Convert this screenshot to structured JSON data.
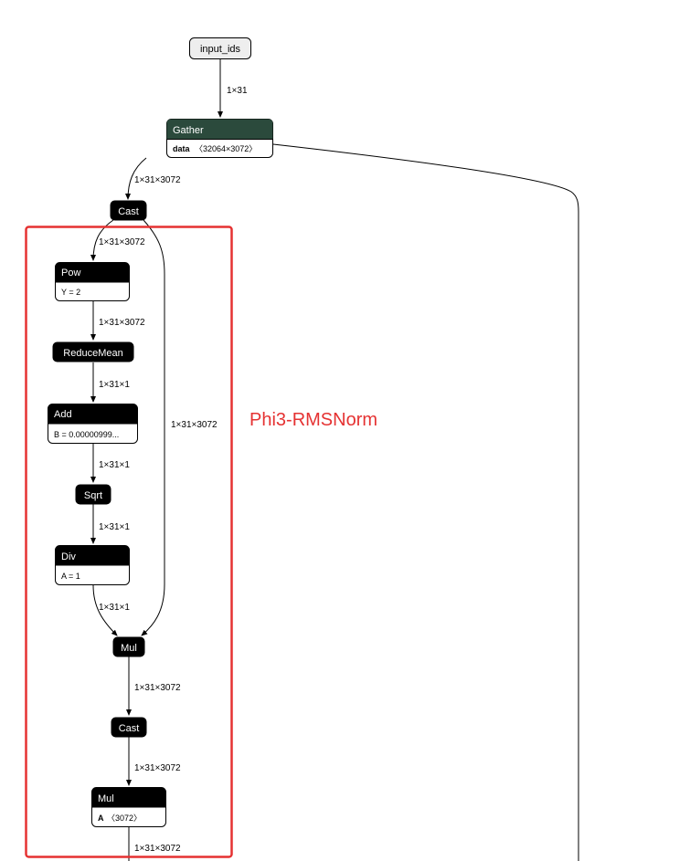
{
  "graph": {
    "input": {
      "label": "input_ids"
    },
    "nodes": {
      "gather": {
        "title": "Gather",
        "attr_key": "data",
        "attr_val": "〈32064×3072〉"
      },
      "cast1": {
        "title": "Cast"
      },
      "pow": {
        "title": "Pow",
        "attr": "Y = 2"
      },
      "reducemean": {
        "title": "ReduceMean"
      },
      "add": {
        "title": "Add",
        "attr": "B = 0.00000999..."
      },
      "sqrt": {
        "title": "Sqrt"
      },
      "div": {
        "title": "Div",
        "attr": "A = 1"
      },
      "mul1": {
        "title": "Mul"
      },
      "cast2": {
        "title": "Cast"
      },
      "mul2": {
        "title": "Mul",
        "attr_key": "A",
        "attr_val": "〈3072〉"
      }
    },
    "edges": {
      "input_gather": "1×31",
      "gather_cast": "1×31×3072",
      "cast_pow": "1×31×3072",
      "pow_reducemean": "1×31×3072",
      "reducemean_add": "1×31×1",
      "cast_mul_skip": "1×31×3072",
      "add_sqrt": "1×31×1",
      "sqrt_div": "1×31×1",
      "div_mul": "1×31×1",
      "mul_cast": "1×31×3072",
      "cast_mul2": "1×31×3072",
      "mul2_out": "1×31×3072"
    },
    "annotation": {
      "label": "Phi3-RMSNorm",
      "color": "#e53232"
    },
    "colors": {
      "gather_header": "#2b4a3c",
      "op_header": "#000000",
      "input_fill": "#eeeeee"
    }
  }
}
